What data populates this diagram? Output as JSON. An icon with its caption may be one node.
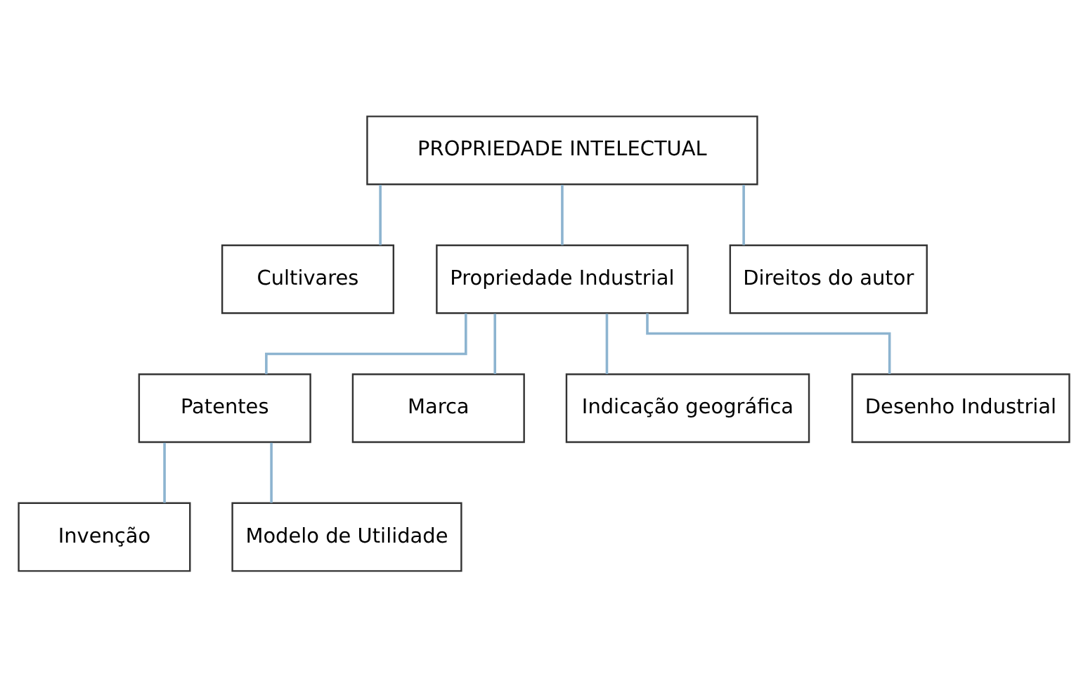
{
  "diagram": {
    "nodes": [
      {
        "text": [
          "PROPRIEDADE INTELECTUAL"
        ]
      },
      {
        "text": [
          "Cultivares"
        ]
      },
      {
        "text": [
          "Propriedade Industrial"
        ]
      },
      {
        "text": [
          "Direitos do autor"
        ]
      },
      {
        "text": [
          "Patentes"
        ]
      },
      {
        "text": [
          "Marca"
        ]
      },
      {
        "text": [
          "Indicação geográfica"
        ]
      },
      {
        "text": [
          "Desenho Industrial"
        ]
      },
      {
        "text": [
          "Invenção"
        ]
      },
      {
        "text": [
          "Modelo de Utilidade"
        ]
      }
    ],
    "edges": [
      {
        "from": 0,
        "to": 1,
        "arrow": "none"
      },
      {
        "from": 0,
        "to": 2,
        "arrow": "none"
      },
      {
        "from": 0,
        "to": 3,
        "arrow": "none"
      },
      {
        "from": 2,
        "to": 4,
        "arrow": "none"
      },
      {
        "from": 2,
        "to": 5,
        "arrow": "none"
      },
      {
        "from": 2,
        "to": 6,
        "arrow": "none"
      },
      {
        "from": 2,
        "to": 7,
        "arrow": "none"
      },
      {
        "from": 4,
        "to": 8,
        "arrow": "none"
      },
      {
        "from": 4,
        "to": 9,
        "arrow": "none"
      }
    ]
  }
}
